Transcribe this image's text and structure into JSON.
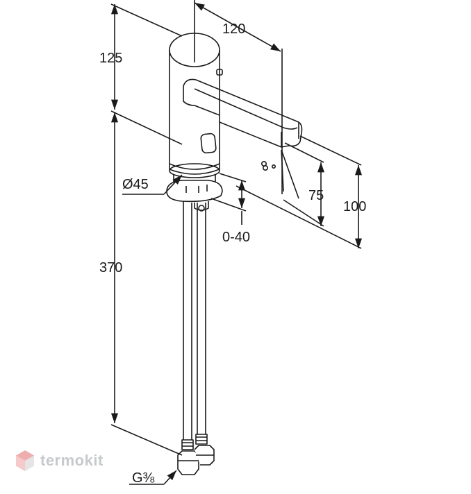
{
  "dimensions": {
    "spout_reach": "120",
    "body_height": "125",
    "body_diameter": "Ø45",
    "adjust_range": "0-40",
    "outlet_height": "75",
    "outlet_height_total": "100",
    "hose_length": "370",
    "connection_thread": "G⅜"
  },
  "watermark": {
    "brand": "termokit",
    "logo_colors": [
      "#e26d6d",
      "#6d8fe2",
      "#c9c9c9"
    ]
  },
  "colors": {
    "line": "#1a1a1a",
    "background": "#ffffff"
  }
}
